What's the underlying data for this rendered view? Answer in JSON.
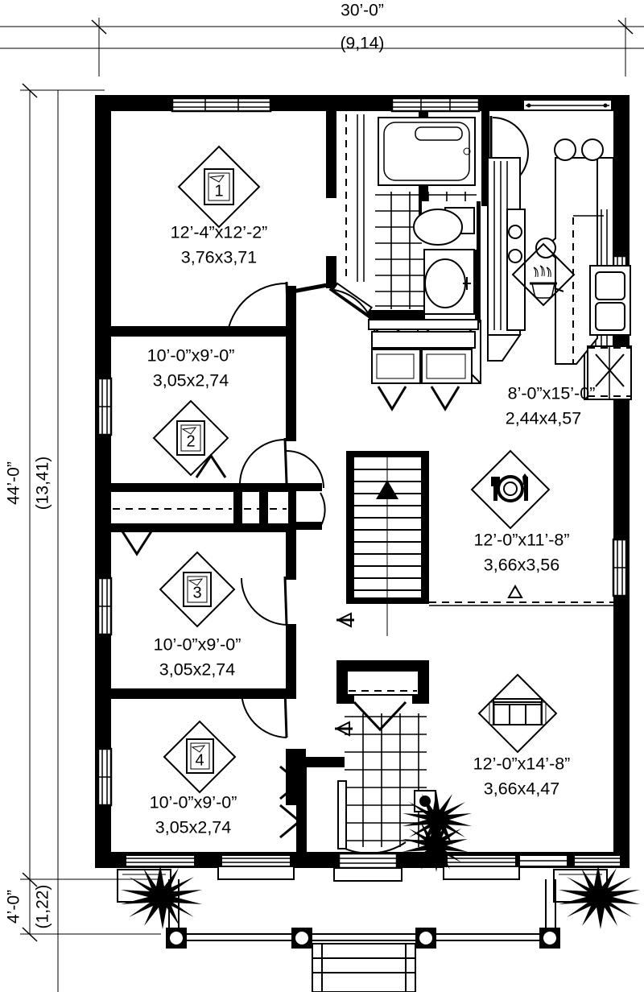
{
  "drawing": {
    "type": "architectural-floor-plan",
    "title": "Single-story 4-bedroom house floor plan",
    "line_color": "#000000",
    "background_color": "#ffffff"
  },
  "dimensions": {
    "top": {
      "imperial": "30’-0”",
      "metric": "(9,14)"
    },
    "left_main": {
      "imperial": "44’-0”",
      "metric": "(13,41)"
    },
    "left_porch": {
      "imperial": "4’-0”",
      "metric": "(1,22)"
    }
  },
  "rooms": [
    {
      "key": "bedroom-1",
      "marker": "1",
      "icon": "bed-icon",
      "imperial": "12’-4”x12’-2”",
      "metric": "3,76x3,71",
      "label_position": "below-marker"
    },
    {
      "key": "bedroom-2",
      "marker": "2",
      "icon": "bed-icon",
      "imperial": "10’-0”x9’-0”",
      "metric": "3,05x2,74",
      "label_position": "above-marker"
    },
    {
      "key": "bedroom-3",
      "marker": "3",
      "icon": "bed-icon",
      "imperial": "10’-0”x9’-0”",
      "metric": "3,05x2,74",
      "label_position": "below-marker"
    },
    {
      "key": "bedroom-4",
      "marker": "4",
      "icon": "bed-icon",
      "imperial": "10’-0”x9’-0”",
      "metric": "3,05x2,74",
      "label_position": "below-marker"
    },
    {
      "key": "kitchen",
      "marker": "",
      "icon": "cooking-pot-icon",
      "imperial": "8’-0”x15’-0”",
      "metric": "2,44x4,57",
      "label_position": "below-right"
    },
    {
      "key": "dining-room",
      "marker": "",
      "icon": "place-setting-icon",
      "imperial": "12’-0”x11’-8”",
      "metric": "3,66x3,56",
      "label_position": "below-marker"
    },
    {
      "key": "living-room",
      "marker": "",
      "icon": "sofa-icon",
      "imperial": "12’-0”x14’-8”",
      "metric": "3,66x4,47",
      "label_position": "below-marker"
    }
  ],
  "features": {
    "bathroom": [
      "bathtub",
      "toilet",
      "vanity-sink",
      "shower-stall",
      "tiled-floor"
    ],
    "kitchen": [
      "double-sink",
      "range-cooktop",
      "island-counter",
      "bar-stools",
      "upper-cabinets"
    ],
    "circulation": [
      "staircase-up",
      "entry-foyer-tiled",
      "hallway",
      "linen-closets"
    ],
    "exterior": [
      "front-porch",
      "porch-columns",
      "porch-steps",
      "shrubs",
      "windows"
    ],
    "stair_direction": "up"
  }
}
